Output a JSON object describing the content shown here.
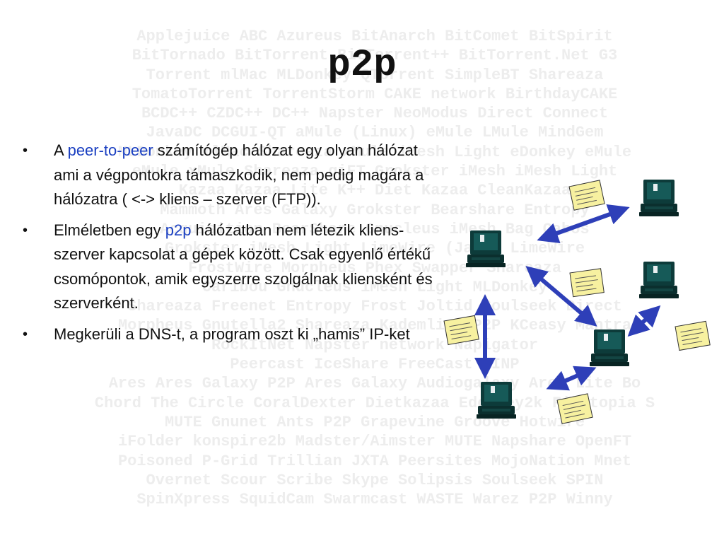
{
  "title": "p2p",
  "watermark_lines": [
    "Applejuice ABC Azureus BitAnarch BitComet BitSpirit",
    "BitTornado BitTorrent BitTorrent++ BitTorrent.Net G3",
    "Torrent mlMac MLDonkey QTorrent SimpleBT Shareaza",
    "TomatoTorrent TorrentStorm CAKE network BirthdayCAKE",
    "BCDC++ CZDC++ DC++ Napster NeoModus Direct Connect",
    "JavaDC DCGUI-QT aMule (Linux) eMule LMule MindGem",
    "MLDonkey mlMac Shareaza xMule iMesh Light eDonkey eMule",
    "eMule xMule Shareaza giFT Grokster iMesh iMesh Light",
    "Kazaa Kazaa Lite K++ Diet Kazaa CleanKazaa",
    "Mammoth Ares Galaxy Grokster Bearshare Entropy",
    "Acquisition BearShare Gnucleus iMesh Bag Cabos",
    "Grokster iMesh Light LimeWire (Java) LimeWire",
    "FrostWire Morpheus Phex Swapper Shareaza",
    "Caribou Gnucleus iMesh Light MLDonkey",
    "Shareaza Freenet Entropy Frost Joltid Soulseek Direct",
    "Morpheus Gnutella2 Shareaza Kademlia MP2P KCeasy Mantra",
    "RockItNet Napster network Napigator",
    "Peercast IceShare FreeCast WINP",
    "Ares Ares Galaxy P2P Ares Galaxy Audiogalaxy Ares Lite Bo",
    "Chord The Circle CoralDexter Dietkazaa Edonkey2k Filetopia S",
    "MUTE Gnunet Ants P2P Grapevine Groove Hotwire",
    "iFolder konspire2b Madster/Aimster MUTE Napshare OpenFT",
    "Poisoned P-Grid Trillian JXTA Peersites MojoNation Mnet",
    "Overnet Scour Scribe Skype Solipsis Soulseek SPIN",
    "SpinXpress SquidCam Swarmcast WASTE Warez P2P Winny"
  ],
  "bullets": [
    {
      "marker": "•",
      "pre": "A ",
      "highlight": "peer-to-peer",
      "post": " számítógép hálózat egy olyan hálózat ami a végpontokra támaszkodik, nem pedig magára a hálózatra ( <-> kliens – szerver (FTP))."
    },
    {
      "marker": "•",
      "pre": "Elméletben egy ",
      "highlight": "p2p",
      "post": " hálózatban nem létezik kliens-szerver kapcsolat a gépek között. Csak egyenlő értékű csomópontok, amik egyszerre szolgálnak kliensként és szerverként."
    },
    {
      "marker": "•",
      "pre": "Megkerüli a DNS-t, a program oszt ki „hamis” IP-ket",
      "highlight": "",
      "post": ""
    }
  ],
  "colors": {
    "text": "#111111",
    "highlight": "#1a3fc1",
    "watermark": "#ededed",
    "arrow": "#2e3fb8",
    "computer": "#0d3b3a",
    "note": "#f7f1a0"
  },
  "network_icons": {
    "computer": "desktop-computer-icon",
    "note": "file-note-icon"
  }
}
